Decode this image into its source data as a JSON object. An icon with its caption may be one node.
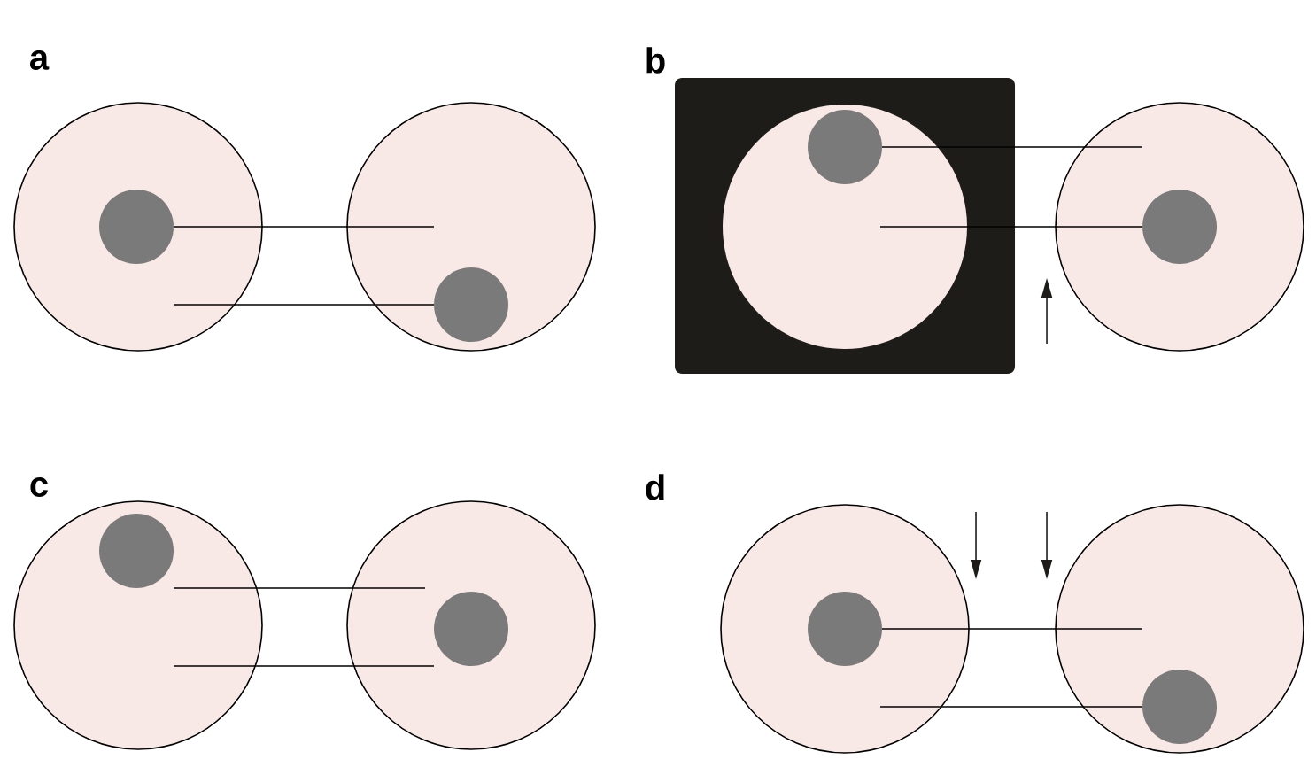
{
  "diagram": {
    "nodes": [
      {
        "text": [],
        "shape": "circle"
      },
      {
        "text": [],
        "shape": "circle",
        "in": 0
      },
      {
        "text": [],
        "shape": "circle"
      },
      {
        "text": [],
        "shape": "circle",
        "in": 2
      },
      {
        "text": [],
        "shape": "box"
      },
      {
        "text": [],
        "shape": "circle",
        "in": 4
      },
      {
        "text": [],
        "shape": "circle",
        "in": 5
      },
      {
        "text": [],
        "shape": "circle"
      },
      {
        "text": [],
        "shape": "circle",
        "in": 7
      },
      {
        "text": [],
        "shape": "circle"
      },
      {
        "text": [],
        "shape": "circle",
        "in": 9
      },
      {
        "text": [],
        "shape": "circle"
      },
      {
        "text": [],
        "shape": "circle",
        "in": 11
      },
      {
        "text": [],
        "shape": "circle"
      },
      {
        "text": [],
        "shape": "circle",
        "in": 13
      },
      {
        "text": [],
        "shape": "circle"
      },
      {
        "text": [],
        "shape": "circle",
        "in": 15
      }
    ],
    "edges": [
      {
        "from": 1,
        "to": null,
        "arrow": "none"
      },
      {
        "from": 0,
        "to": 3,
        "arrow": "none"
      },
      {
        "from": 6,
        "to": 7,
        "arrow": "none"
      },
      {
        "from": null,
        "to": 8,
        "arrow": "none"
      },
      {
        "from": 10,
        "to": null,
        "arrow": "none"
      },
      {
        "from": 9,
        "to": 12,
        "arrow": "none"
      },
      {
        "from": 14,
        "to": null,
        "arrow": "none"
      },
      {
        "from": 13,
        "to": 16,
        "arrow": "none"
      }
    ],
    "labels": [
      "a",
      "b",
      "c",
      "d"
    ]
  }
}
